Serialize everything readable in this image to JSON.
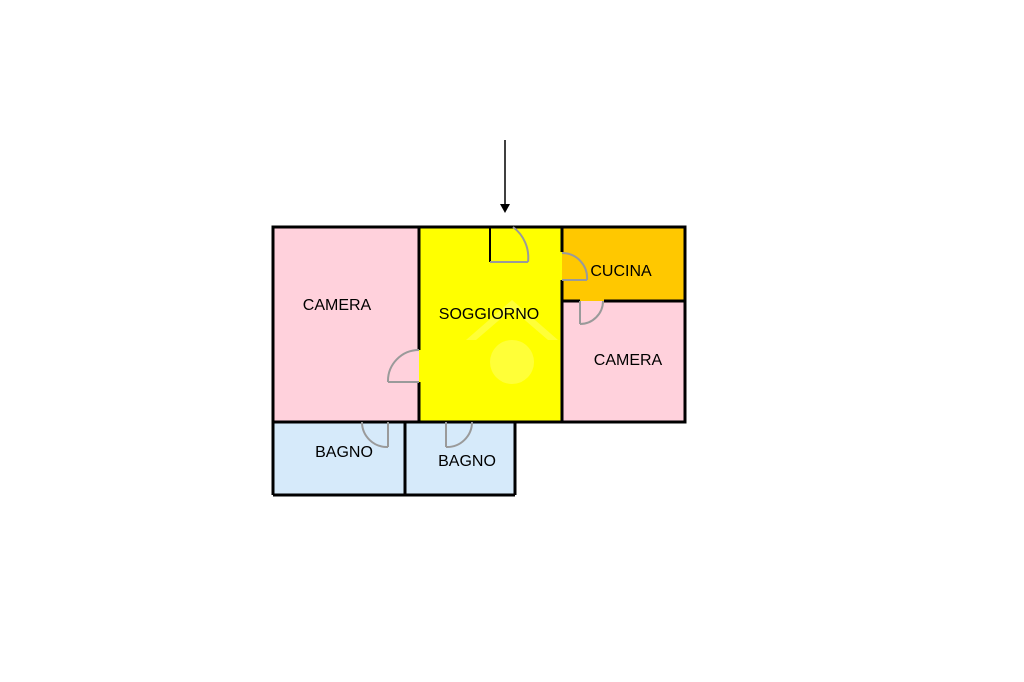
{
  "floorplan": {
    "rooms": {
      "bedroom_left": {
        "label": "CAMERA",
        "color": "#ffd1dc"
      },
      "living": {
        "label": "SOGGIORNO",
        "color": "#ffff00"
      },
      "kitchen": {
        "label": "CUCINA",
        "color": "#ffc800"
      },
      "bedroom_right": {
        "label": "CAMERA",
        "color": "#ffd1dc"
      },
      "bath_left": {
        "label": "BAGNO",
        "color": "#d6eafa"
      },
      "bath_right": {
        "label": "BAGNO",
        "color": "#d6eafa"
      }
    },
    "icons": [
      "entrance-arrow-icon",
      "door-icon",
      "watermark-logo-icon"
    ]
  }
}
